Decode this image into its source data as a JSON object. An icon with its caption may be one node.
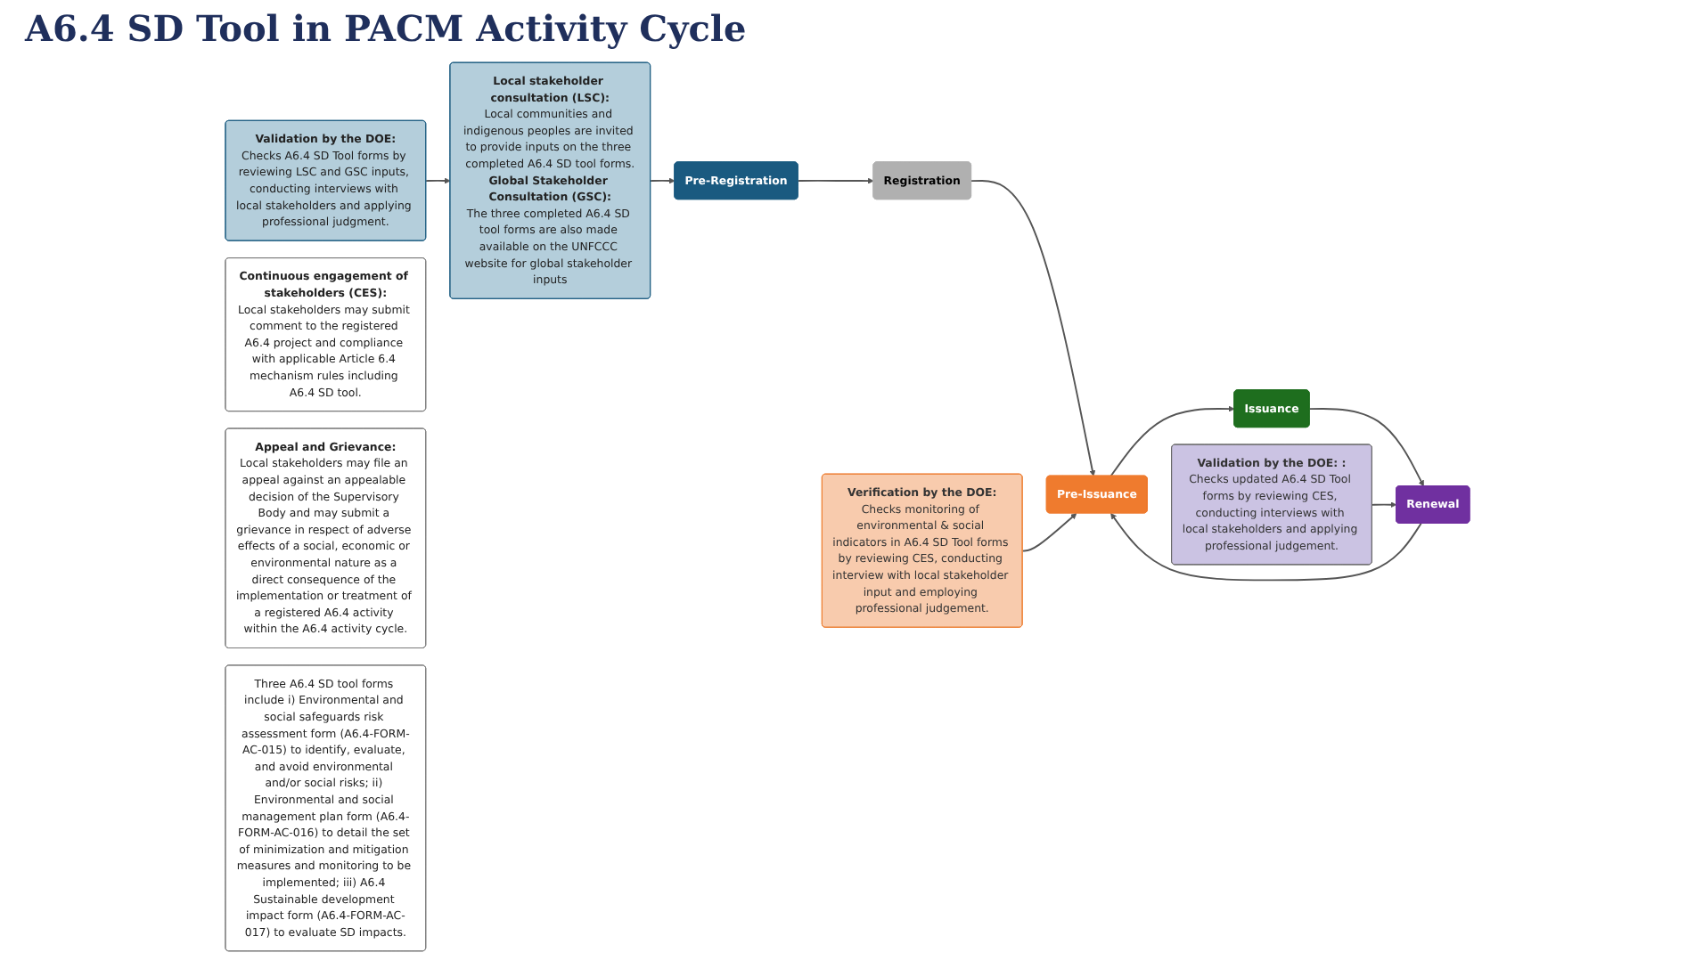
{
  "diagram": {
    "title": "A6.4 SD Tool in PACM Activity Cycle",
    "nodes": [
      {
        "text": [
          "Pre-Registration"
        ]
      },
      {
        "text": [
          "Registration"
        ]
      },
      {
        "text": [
          "Pre-Issuance"
        ]
      },
      {
        "text": [
          "Issuance"
        ]
      },
      {
        "text": [
          "Renewal"
        ]
      },
      {
        "text": [
          "Verification by the DOE:",
          "Checks monitoring of environmental & social indicators in A6.4 SD Tool forms by reviewing CES, conducting interview with local stakeholder input and employing professional judgement."
        ]
      },
      {
        "text": [
          "Validation by the DOE: :",
          "Checks updated A6.4 SD Tool forms by reviewing CES, conducting interviews with local stakeholders and applying professional judgement."
        ]
      },
      {
        "text": [
          "Local stakeholder consultation (LSC):",
          "Local communities and indigenous peoples are invited to provide inputs on the three completed A6.4 SD tool forms.",
          "Global Stakeholder Consultation (GSC):",
          "The three completed A6.4 SD tool forms are also made available on the UNFCCC website for global stakeholder inputs"
        ]
      },
      {
        "text": [
          "Validation by the DOE:",
          "Checks A6.4 SD Tool forms by reviewing LSC and GSC inputs, conducting interviews with local stakeholders and applying professional judgment."
        ]
      },
      {
        "text": [
          "Continuous engagement of stakeholders (CES):",
          "Local stakeholders may submit comment to the registered A6.4 project and compliance with applicable Article 6.4 mechanism rules including A6.4 SD tool."
        ]
      },
      {
        "text": [
          "Appeal and Grievance:",
          "Local stakeholders may file an appeal against an appealable decision of the Supervisory Body and may submit a grievance in respect of adverse effects of a social, economic or environmental nature as a direct consequence of the implementation or treatment of a registered A6.4 activity within the A6.4 activity cycle."
        ]
      },
      {
        "text": [
          "Three A6.4 SD tool forms include i) Environmental and social safeguards risk assessment form (A6.4-FORM-AC-015) to identify, evaluate, and avoid environmental and/or social risks; ii) Environmental and social management plan form (A6.4-FORM-AC-016) to detail the set of minimization and mitigation measures and monitoring to be implemented; iii) A6.4 Sustainable development impact form (A6.4-FORM-AC-017) to evaluate SD impacts."
        ]
      }
    ],
    "edges": [
      {
        "from": 0,
        "to": 1,
        "arrow": "to"
      },
      {
        "from": 1,
        "to": 2,
        "arrow": "to"
      },
      {
        "from": 2,
        "to": 3,
        "arrow": "to"
      },
      {
        "from": 3,
        "to": 4,
        "arrow": "to"
      },
      {
        "from": 4,
        "to": 2,
        "arrow": "to"
      },
      {
        "from": 5,
        "to": 2,
        "arrow": "to"
      },
      {
        "from": 6,
        "to": 4,
        "arrow": "to"
      },
      {
        "from": 7,
        "to": 0,
        "arrow": "to"
      },
      {
        "from": 8,
        "to": 7,
        "arrow": "to"
      }
    ]
  }
}
